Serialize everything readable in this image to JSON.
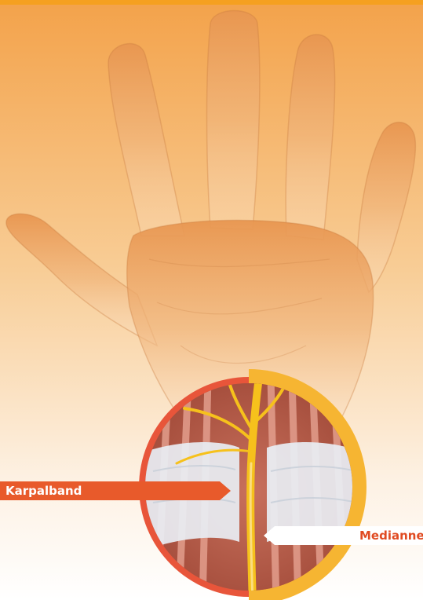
{
  "labels": {
    "karpalband": "Karpalband",
    "mediannerv": "Mediannerv"
  },
  "colors": {
    "top_bar": "#f5a020",
    "orange_glow": "#f3a24a",
    "karpalband_arrow": "#e85a2b",
    "mediannerv_text": "#e04b22",
    "nerve_yellow": "#f6c11c",
    "ring_orange": "#f6b532",
    "ring_red": "#e8553a"
  },
  "icons": {
    "hand": "hand-illustration",
    "inset": "carpal-tunnel-inset"
  }
}
